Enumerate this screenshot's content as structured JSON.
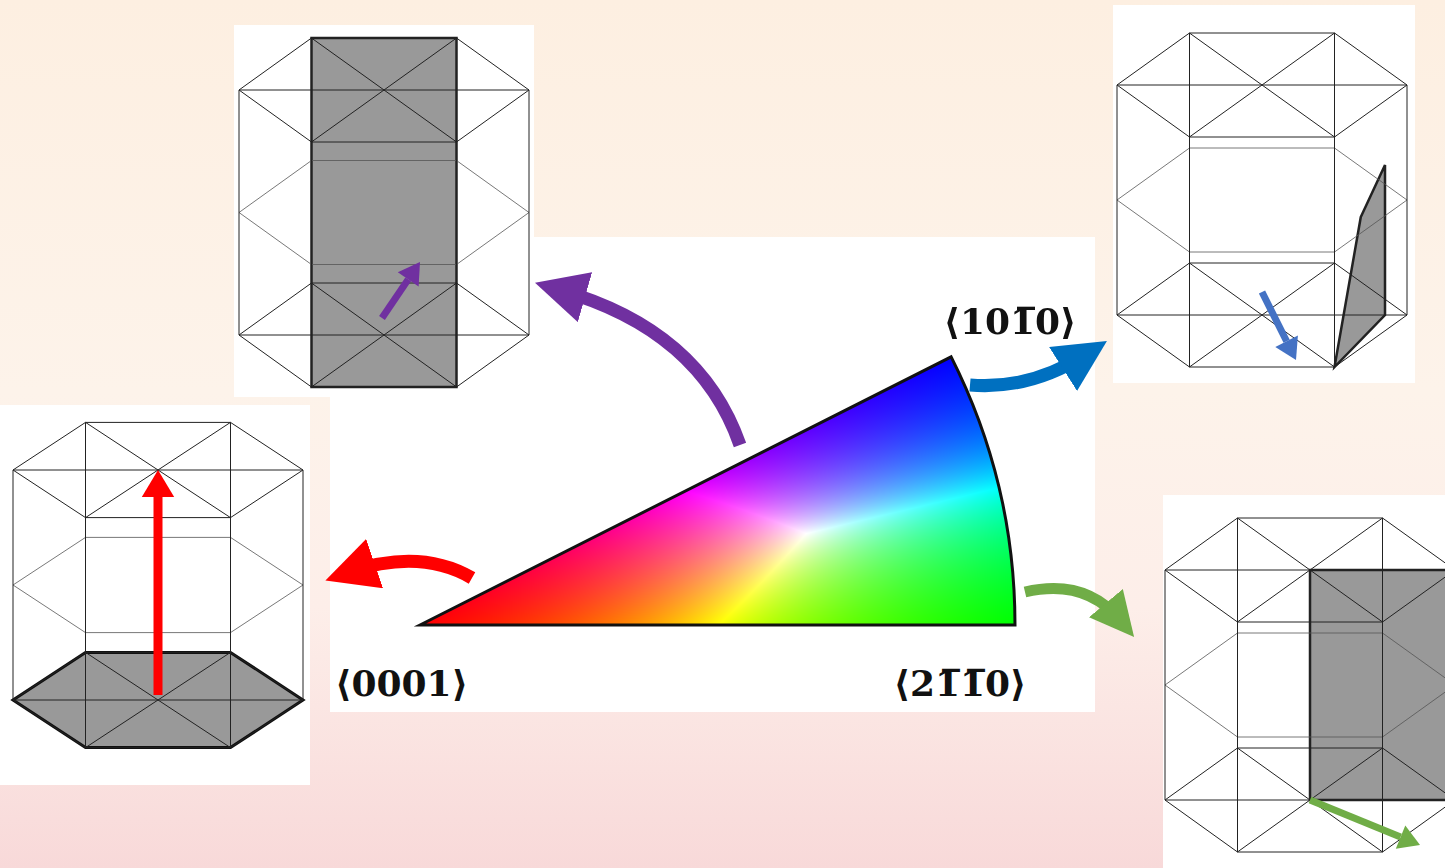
{
  "diagram": {
    "labels": [
      "⟨101̅0⟩",
      "⟨0001⟩",
      "⟨21̅1̅0⟩"
    ]
  }
}
